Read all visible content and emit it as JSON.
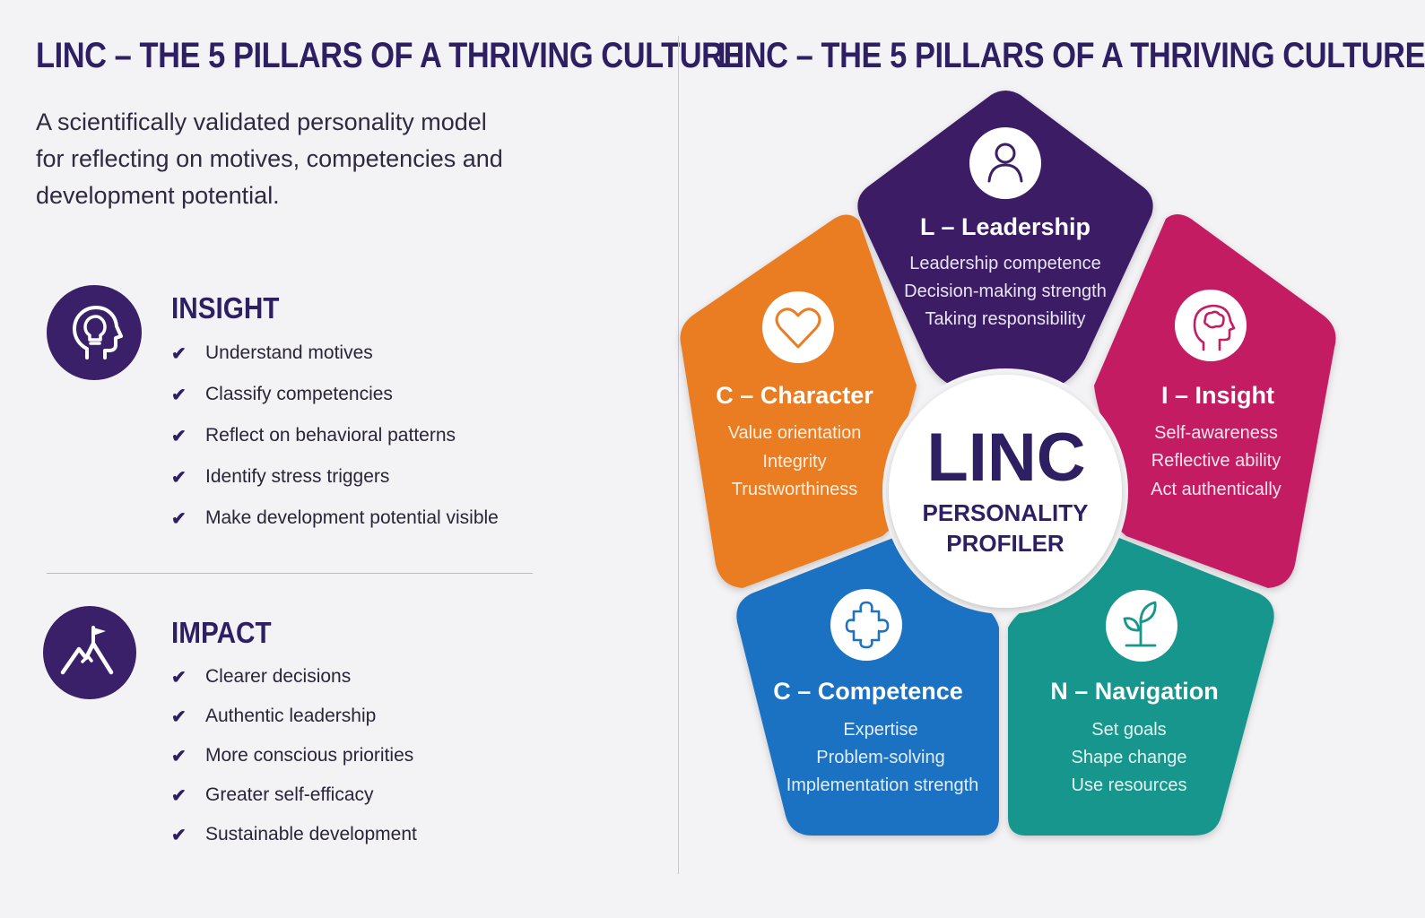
{
  "left_panel": {
    "title": "LINC – THE 5 PILLARS OF A THRIVING CULTURE",
    "intro_lines": [
      "A scientifically validated personality model",
      "for reflecting on motives, competencies and",
      "development potential."
    ],
    "insight": {
      "icon": "head-lightbulb-icon",
      "heading": "INSIGHT",
      "items": [
        "Understand motives",
        "Classify competencies",
        "Reflect on behavioral patterns",
        "Identify stress triggers",
        "Make development potential visible"
      ]
    },
    "impact": {
      "icon": "mountain-flag-icon",
      "heading": "IMPACT",
      "items": [
        "Clearer decisions",
        "Authentic leadership",
        "More conscious priorities",
        "Greater self-efficacy",
        "Sustainable development"
      ]
    },
    "check_glyph": "✔"
  },
  "right_panel": {
    "title": "LINC – THE 5 PILLARS OF A THRIVING CULTURE",
    "center": {
      "title": "LINC",
      "subtitle_lines": [
        "PERSONALITY",
        "PROFILER"
      ]
    },
    "pillars": [
      {
        "key": "leadership",
        "icon": "person-icon",
        "color": "#3d1f66",
        "title": "L – Leadership",
        "items": [
          "Leadership competence",
          "Decision-making strength",
          "Taking responsibility"
        ]
      },
      {
        "key": "insight",
        "icon": "brain-head-icon",
        "color": "#c41d62",
        "title": "I – Insight",
        "items": [
          "Self-awareness",
          "Reflective ability",
          "Act authentically"
        ]
      },
      {
        "key": "navigation",
        "icon": "sprout-icon",
        "color": "#17968c",
        "title": "N – Navigation",
        "items": [
          "Set goals",
          "Shape change",
          "Use resources"
        ]
      },
      {
        "key": "competence",
        "icon": "puzzle-icon",
        "color": "#1f72c2",
        "title": "C – Competence",
        "items": [
          "Expertise",
          "Problem-solving",
          "Implementation strength"
        ]
      },
      {
        "key": "character",
        "icon": "heart-icon",
        "color": "#ea7c22",
        "title": "C – Character",
        "items": [
          "Value orientation",
          "Integrity",
          "Trustworthiness"
        ]
      }
    ]
  }
}
